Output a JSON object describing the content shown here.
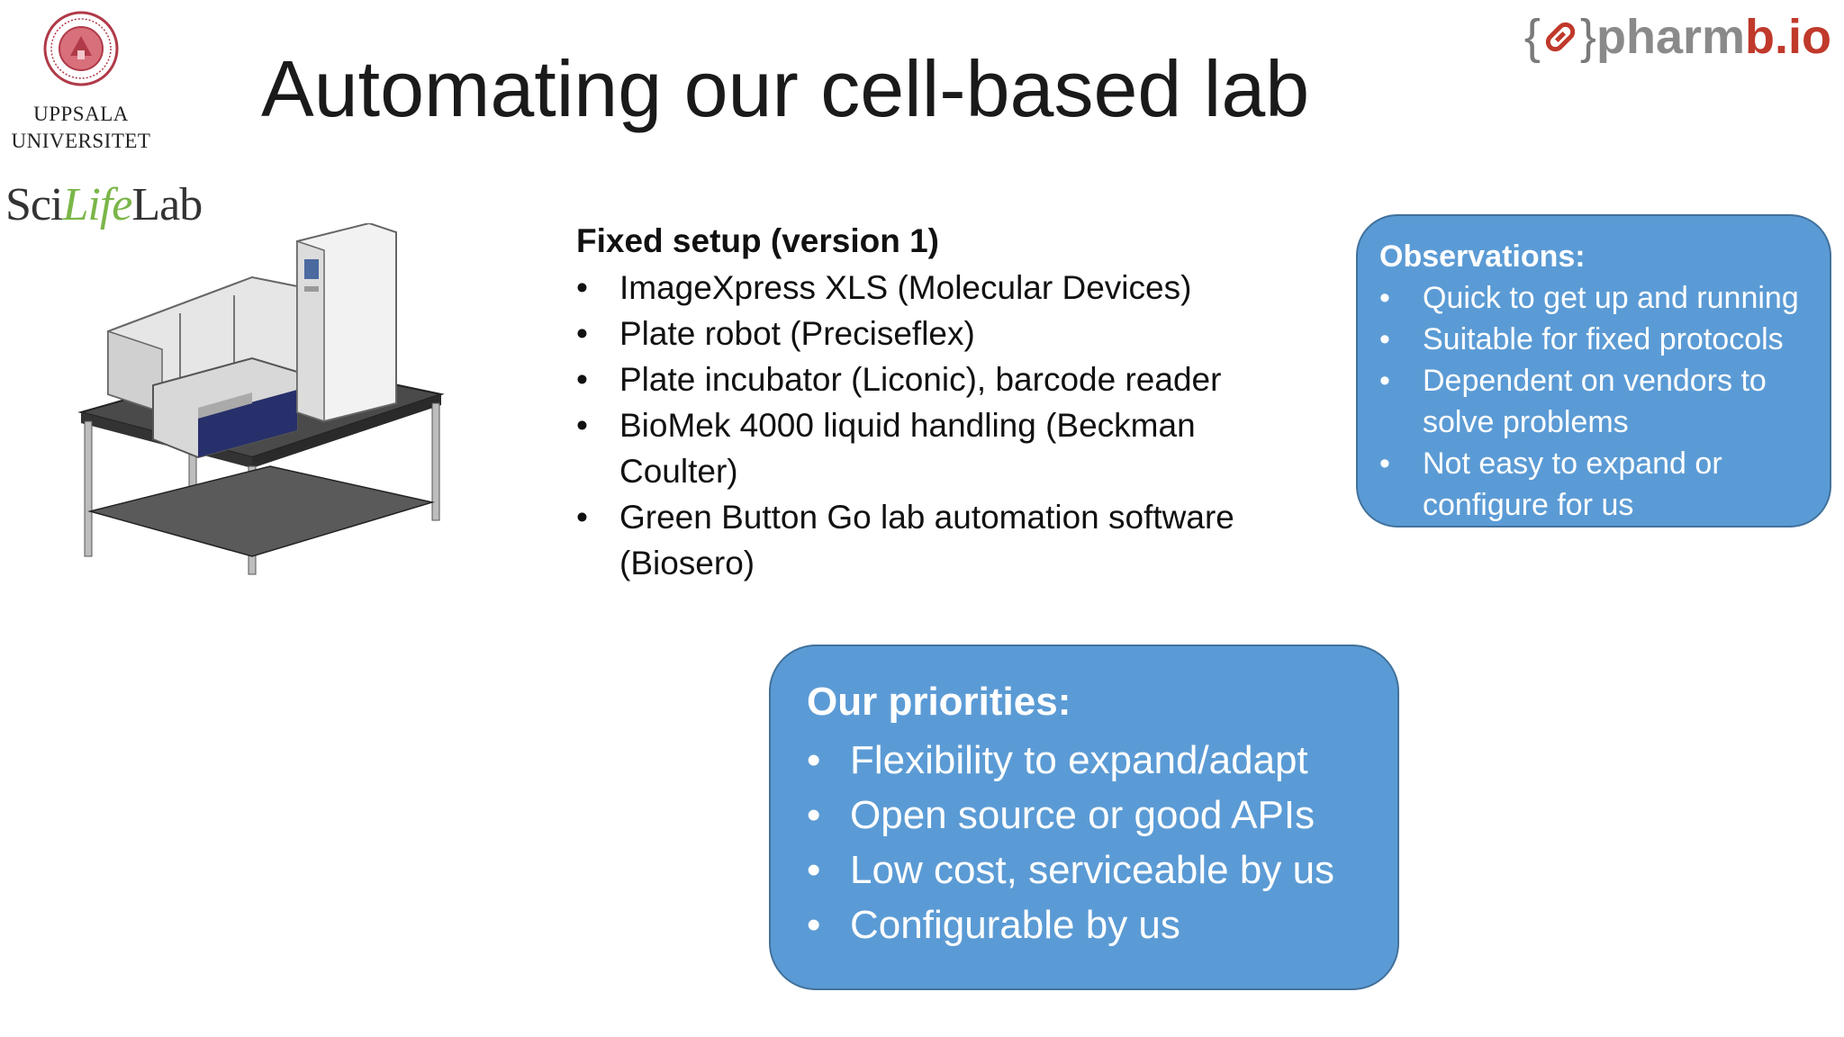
{
  "logos": {
    "uppsala_line1": "UPPSALA",
    "uppsala_line2": "UNIVERSITET",
    "scilife_sci": "Sci",
    "scilife_life": "Life",
    "scilife_lab": "Lab",
    "pharmbio_brace_open": "{",
    "pharmbio_brace_close": "}",
    "pharmbio_name_a": "pharm",
    "pharmbio_name_b": "b.io"
  },
  "slide": {
    "title": "Automating our cell-based lab"
  },
  "setup": {
    "heading": "Fixed setup (version 1)",
    "items": [
      "ImageXpress XLS (Molecular Devices)",
      "Plate robot (Preciseflex)",
      "Plate incubator (Liconic), barcode reader",
      "BioMek 4000 liquid handling (Beckman Coulter)",
      "Green Button Go lab automation software (Biosero)"
    ]
  },
  "observations": {
    "heading": "Observations:",
    "items": [
      "Quick to get up and running",
      "Suitable for fixed protocols",
      "Dependent on vendors to solve problems",
      "Not easy to expand or configure for us"
    ]
  },
  "priorities": {
    "heading": "Our priorities:",
    "items": [
      "Flexibility to expand/adapt",
      "Open source or good APIs",
      "Low cost, serviceable by us",
      "Configurable by us"
    ]
  },
  "bullet": "•",
  "colors": {
    "box_fill": "#5b9bd5",
    "box_border": "#41719c",
    "title_text": "#1a1a1a",
    "pharmbio_accent": "#c0392b",
    "scilife_green": "#7ab648"
  },
  "icons": [
    "uppsala-seal-icon",
    "pharmbio-link-icon",
    "lab-robot-illustration"
  ]
}
